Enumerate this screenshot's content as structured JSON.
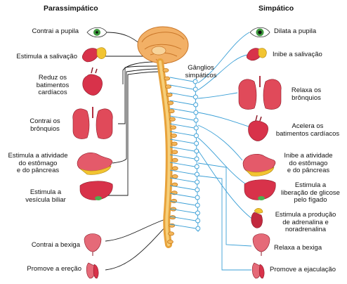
{
  "headers": {
    "left": "Parassimpático",
    "right": "Simpático"
  },
  "ganglia_label": [
    "Gânglios",
    "simpáticos"
  ],
  "parasympathetic": [
    {
      "lines": [
        "Contrai a pupila"
      ],
      "organ": "eye"
    },
    {
      "lines": [
        "Estimula a salivação"
      ],
      "organ": "salivary-glands"
    },
    {
      "lines": [
        "Reduz os",
        "batimentos",
        "cardíacos"
      ],
      "organ": "heart"
    },
    {
      "lines": [
        "Contrai os",
        "brônquios"
      ],
      "organ": "lungs"
    },
    {
      "lines": [
        "Estimula a atividade",
        "do estômago",
        "e do pâncreas"
      ],
      "organ": "stomach"
    },
    {
      "lines": [
        "Estimula a",
        "vesícula biliar"
      ],
      "organ": "liver"
    },
    {
      "lines": [
        "Contrai a bexiga"
      ],
      "organ": "bladder"
    },
    {
      "lines": [
        "Promove a ereção"
      ],
      "organ": "genitals"
    }
  ],
  "sympathetic": [
    {
      "lines": [
        "Dilata a pupila"
      ],
      "organ": "eye"
    },
    {
      "lines": [
        "Inibe a salivação"
      ],
      "organ": "salivary-glands"
    },
    {
      "lines": [
        "Relaxa os",
        "brônquios"
      ],
      "organ": "lungs"
    },
    {
      "lines": [
        "Acelera os",
        "batimentos cardíacos"
      ],
      "organ": "heart"
    },
    {
      "lines": [
        "Inibe a atividade",
        "do estômago",
        "e do pâncreas"
      ],
      "organ": "stomach"
    },
    {
      "lines": [
        "Estimula a",
        "liberação de glicose",
        "pelo fígado"
      ],
      "organ": "liver"
    },
    {
      "lines": [
        "Estimula a produção",
        "de adrenalina e",
        "noradrenalina"
      ],
      "organ": "adrenal-kidney"
    },
    {
      "lines": [
        "Relaxa a bexiga"
      ],
      "organ": "bladder"
    },
    {
      "lines": [
        "Promove a ejaculação"
      ],
      "organ": "genitals"
    }
  ],
  "colors": {
    "para_line": "#1a1a1a",
    "symp_line": "#3a9fd6",
    "spine": "#e8a23a",
    "organ_red": "#d8324a",
    "organ_yellow": "#f2c431"
  }
}
